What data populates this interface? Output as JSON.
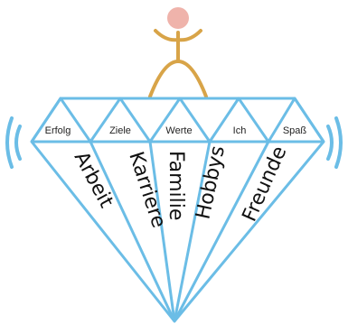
{
  "colors": {
    "diamond": "#6bbde6",
    "figure_body": "#d8a448",
    "figure_head": "#efb3ab",
    "text": "#111111"
  },
  "icons": {
    "figure": "stick-figure-icon",
    "left_waves": "sound-waves-icon",
    "right_waves": "sound-waves-icon"
  },
  "diamond": {
    "top_labels": [
      "Erfolg",
      "Ziele",
      "Werte",
      "Ich",
      "Spaß"
    ],
    "sector_labels": [
      "Arbeit",
      "Karriere",
      "Familie",
      "Hobbys",
      "Freunde"
    ]
  }
}
